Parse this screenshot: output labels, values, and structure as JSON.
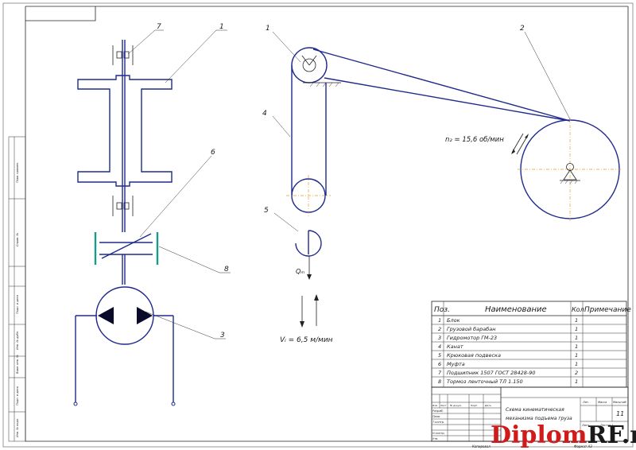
{
  "callouts": {
    "c7": "7",
    "c1_left": "1",
    "c1_mid": "1",
    "c2": "2",
    "c4": "4",
    "c5": "5",
    "c6": "6",
    "c8": "8",
    "c3": "3"
  },
  "labels": {
    "rpm": "n₂ = 15,6 об/мин",
    "load": "Qₘ",
    "speed": "Vᵢ = 6,5 м/мин"
  },
  "spec_table": {
    "headers": {
      "pos": "Поз.",
      "name": "Наименование",
      "qty": "Кол",
      "note": "Примечание"
    },
    "rows": [
      {
        "pos": "1",
        "name": "Блок",
        "qty": "1"
      },
      {
        "pos": "2",
        "name": "Грузовой барабан",
        "qty": "1"
      },
      {
        "pos": "3",
        "name": "Гидромотор ГМ-23",
        "qty": "1"
      },
      {
        "pos": "4",
        "name": "Канат",
        "qty": "1"
      },
      {
        "pos": "5",
        "name": "Крюковая подвеска",
        "qty": "1"
      },
      {
        "pos": "6",
        "name": "Муфта",
        "qty": "1"
      },
      {
        "pos": "7",
        "name": "Подшипник 1507 ГОСТ 28428-90",
        "qty": "2"
      },
      {
        "pos": "8",
        "name": "Тормоз ленточный ТЛ 1.150",
        "qty": "1"
      }
    ]
  },
  "title_block": {
    "title_line1": "Схема кинематическая",
    "title_line2": "механизма подъема груза",
    "sheet_no": "11",
    "col_lit": "Лит.",
    "col_mass": "Масса",
    "col_scale": "Масштаб",
    "sheet": "Лист",
    "sheets": "Листов 1",
    "r1": "Изм",
    "r2": "Лист",
    "r3": "№ докум.",
    "r4": "Подп.",
    "r5": "Дата",
    "razrab": "Разраб.",
    "prov": "Пров.",
    "tkontr": "Т.контр.",
    "nkontr": "Н.контр.",
    "utv": "Утв.",
    "kopiroval": "Копировал",
    "format": "Формат   A3"
  },
  "side_block": {
    "s1": "Перв. примен.",
    "s2": "Справ. №",
    "s3": "Подп. и дата",
    "s4": "Инв. № дубл.",
    "s5": "Взам. инв. №",
    "s6": "Подп. и дата",
    "s7": "Инв. № подл."
  },
  "watermark": {
    "part1": "Diplom",
    "part2": "RF.ru"
  },
  "colors": {
    "line": "#1f2a8c",
    "axis": "#e59a2a",
    "brake": "#1a9a8a",
    "watermark": "#d11a1a"
  }
}
